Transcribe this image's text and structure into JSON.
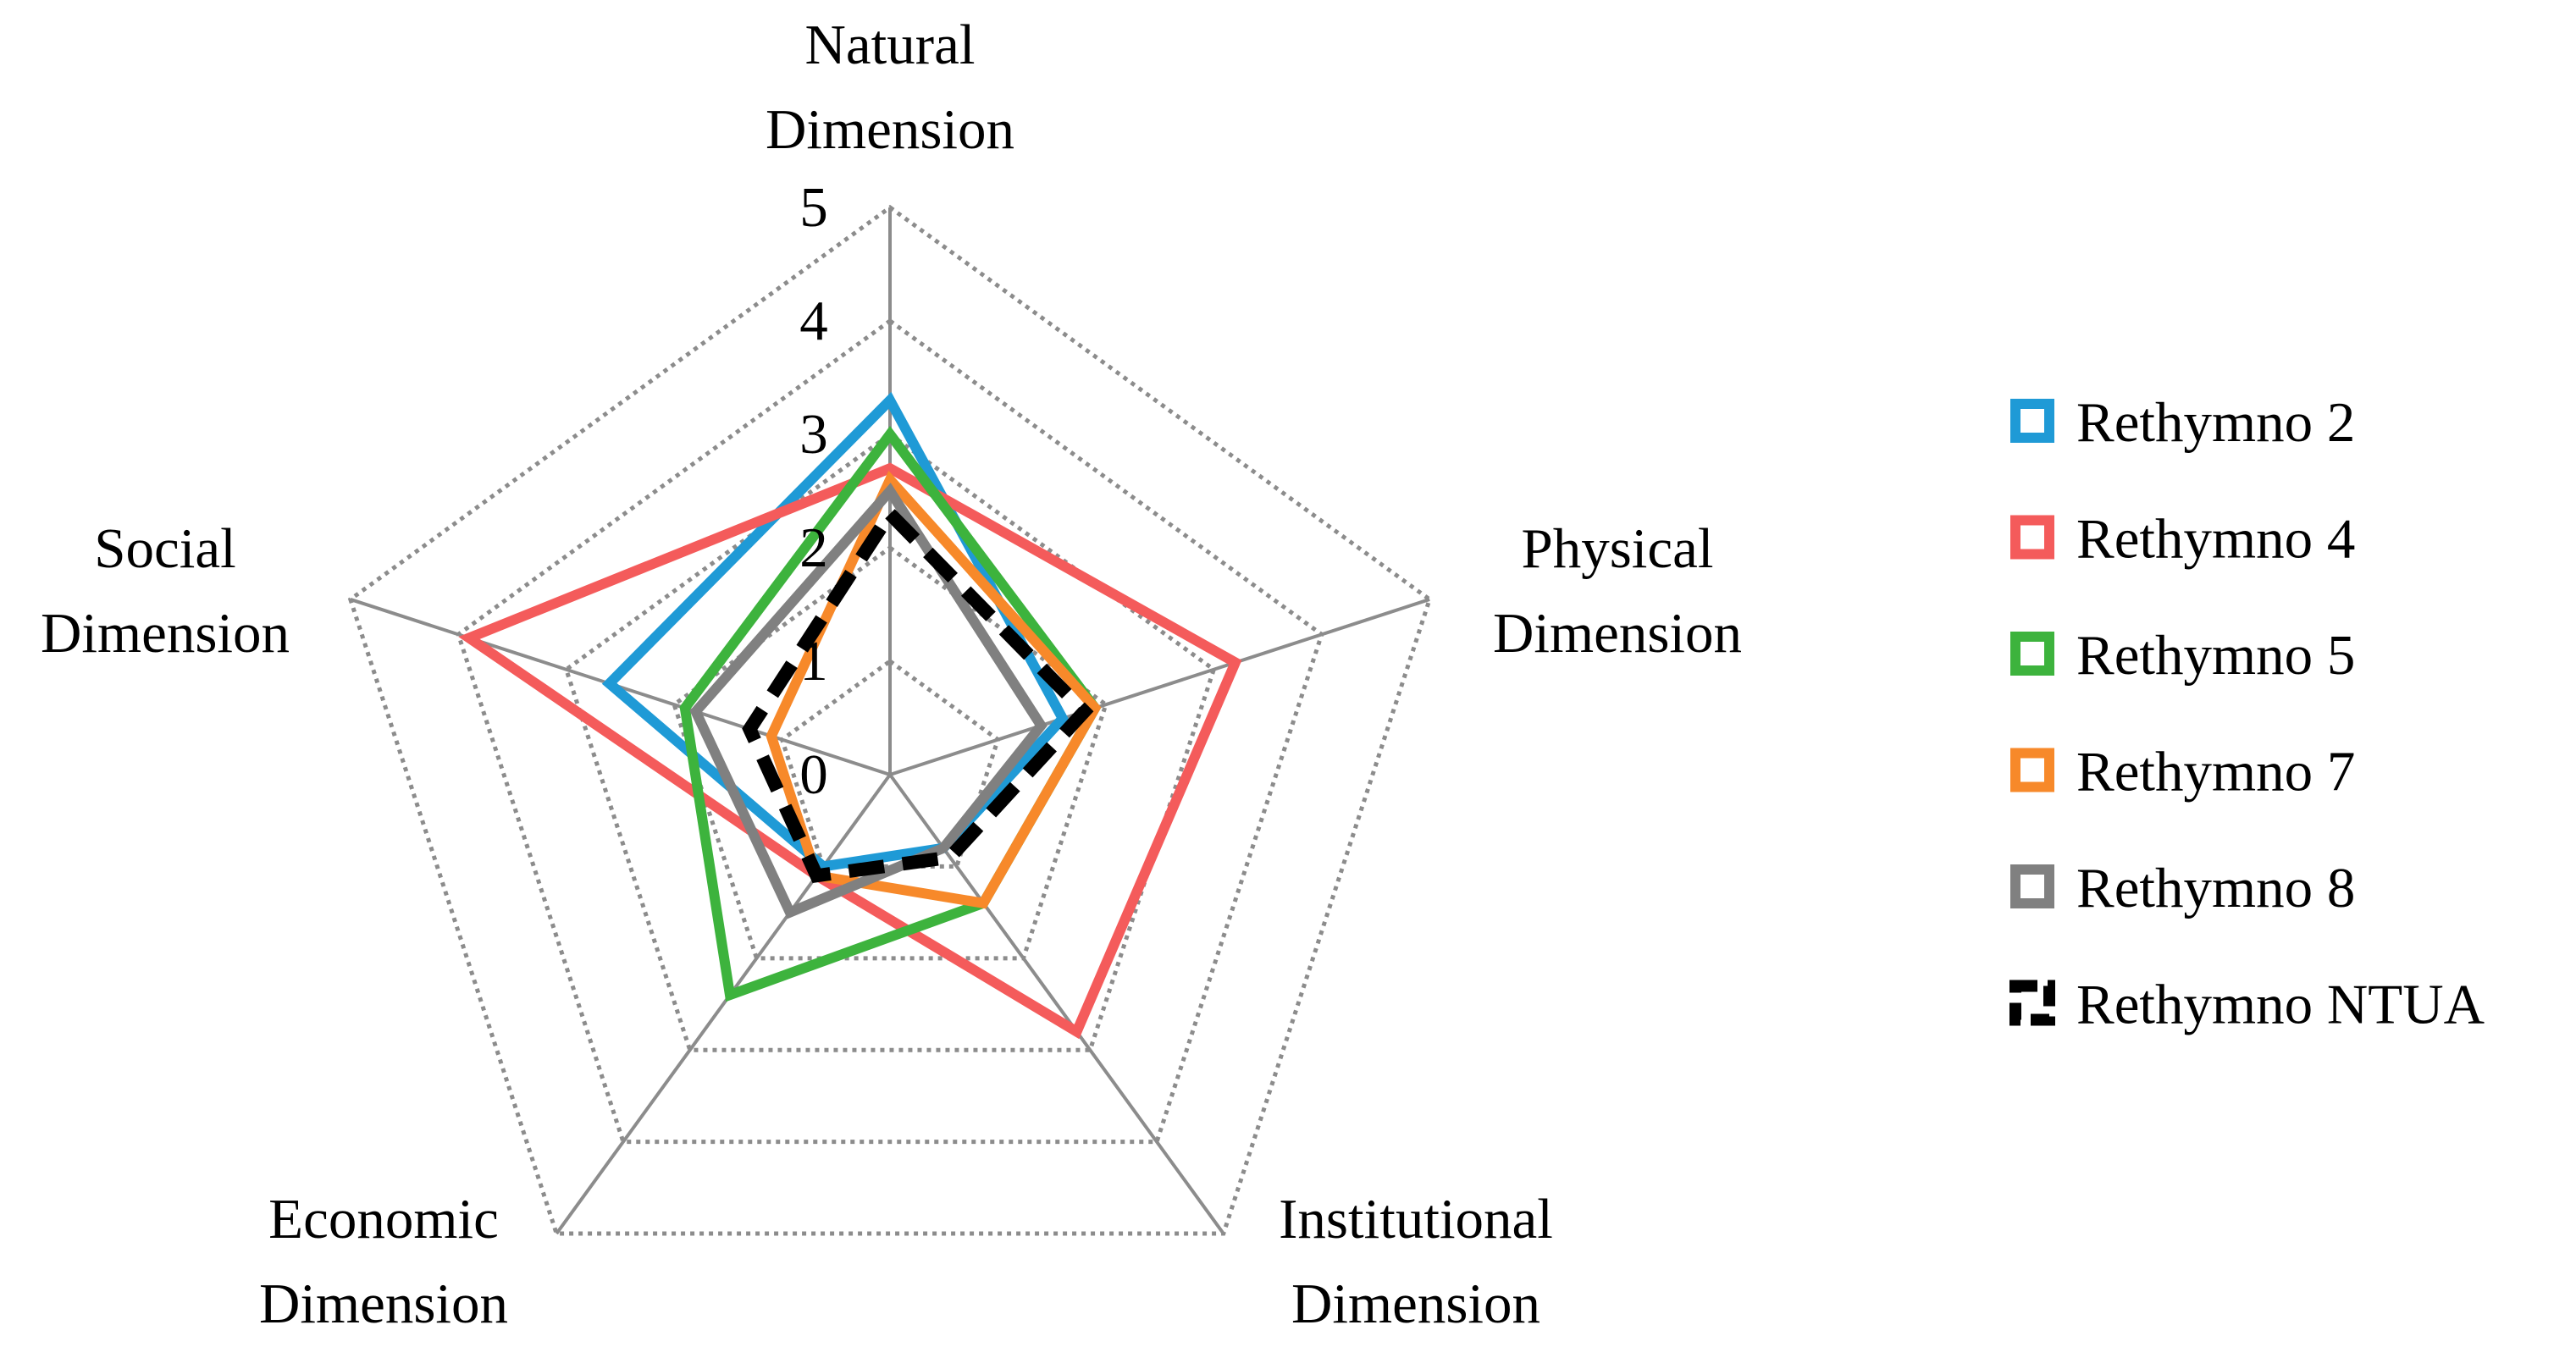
{
  "chart_data": {
    "type": "radar",
    "axes": [
      {
        "lines": [
          "Natural",
          "Dimension"
        ]
      },
      {
        "lines": [
          "Physical",
          "Dimension"
        ]
      },
      {
        "lines": [
          "Institutional",
          "Dimension"
        ]
      },
      {
        "lines": [
          "Economic",
          "Dimension"
        ]
      },
      {
        "lines": [
          "Social",
          "Dimension"
        ]
      }
    ],
    "ticks": [
      "0",
      "1",
      "2",
      "3",
      "4",
      "5"
    ],
    "rlim": [
      0,
      5
    ],
    "grid": true,
    "legend": "right",
    "series": [
      {
        "name": "Rethymno 2",
        "color": "#1f9ad6",
        "dashed": false,
        "values": [
          3.3,
          1.6,
          0.8,
          1.0,
          2.6
        ]
      },
      {
        "name": "Rethymno 4",
        "color": "#f45b5b",
        "dashed": false,
        "values": [
          2.7,
          3.2,
          2.8,
          1.1,
          3.9
        ]
      },
      {
        "name": "Rethymno 5",
        "color": "#3db33d",
        "dashed": false,
        "values": [
          3.0,
          1.9,
          1.4,
          2.4,
          1.9
        ]
      },
      {
        "name": "Rethymno 7",
        "color": "#f7892a",
        "dashed": false,
        "values": [
          2.6,
          1.9,
          1.4,
          1.1,
          1.1
        ]
      },
      {
        "name": "Rethymno 8",
        "color": "#808080",
        "dashed": false,
        "values": [
          2.5,
          1.4,
          0.8,
          1.5,
          1.8
        ]
      },
      {
        "name": "Rethymno NTUA",
        "color": "#000000",
        "dashed": true,
        "values": [
          2.3,
          1.8,
          0.9,
          1.1,
          1.3
        ]
      }
    ]
  }
}
